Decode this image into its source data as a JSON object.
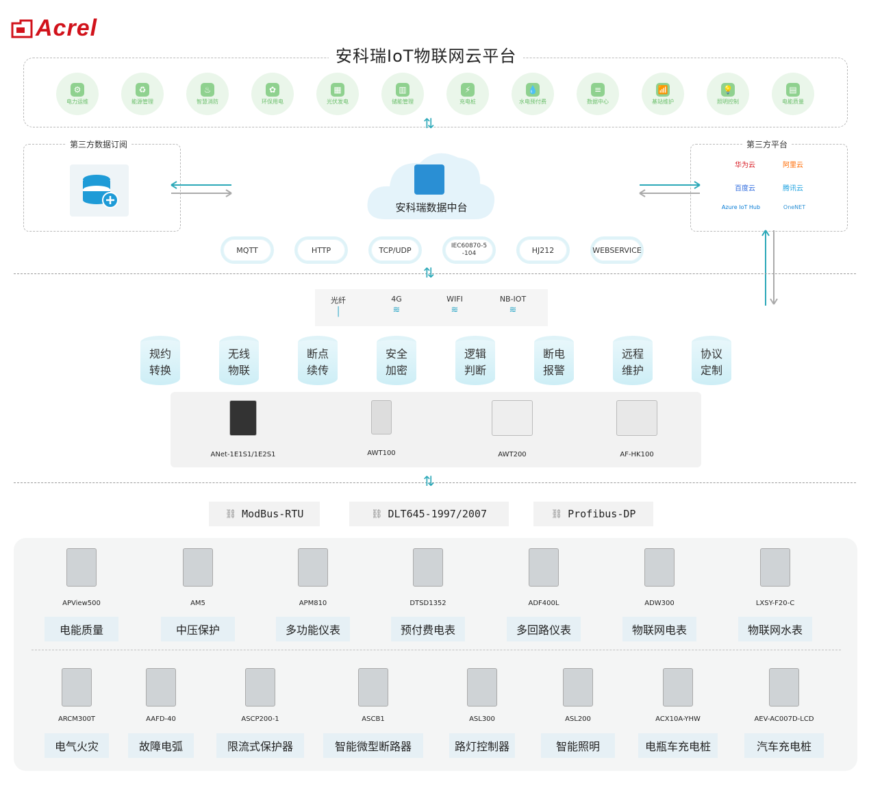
{
  "brand": {
    "name": "Acrel"
  },
  "platform": {
    "title": "安科瑞IoT物联网云平台",
    "modules": [
      "电力运维",
      "能源管理",
      "智慧消防",
      "环保用电",
      "光伏发电",
      "储能管理",
      "充电桩",
      "水电预付费",
      "数据中心",
      "基站维护",
      "照明控制",
      "电能质量"
    ]
  },
  "third_party_subscribe": {
    "title": "第三方数据订阅"
  },
  "data_center": {
    "label": "安科瑞数据中台"
  },
  "third_party_platform": {
    "title": "第三方平台",
    "items": [
      "华为云",
      "阿里云",
      "百度云",
      "腾讯云",
      "Azure IoT Hub",
      "OneNET"
    ]
  },
  "protocols": [
    "MQTT",
    "HTTP",
    "TCP/UDP",
    "IEC60870-5-104",
    "HJ212",
    "WEBSERVICE"
  ],
  "comm": [
    "光纤",
    "4G",
    "WIFI",
    "NB-IOT"
  ],
  "functions": [
    [
      "规约",
      "转换"
    ],
    [
      "无线",
      "物联"
    ],
    [
      "断点",
      "续传"
    ],
    [
      "安全",
      "加密"
    ],
    [
      "逻辑",
      "判断"
    ],
    [
      "断电",
      "报警"
    ],
    [
      "远程",
      "维护"
    ],
    [
      "协议",
      "定制"
    ]
  ],
  "gateways": [
    "ANet-1E1S1/1E2S1",
    "AWT100",
    "AWT200",
    "AF-HK100"
  ],
  "field_protocols": [
    "ModBus-RTU",
    "DLT645-1997/2007",
    "Profibus-DP"
  ],
  "devices_row1": [
    {
      "model": "APView500",
      "label": "电能质量"
    },
    {
      "model": "AM5",
      "label": "中压保护"
    },
    {
      "model": "APM810",
      "label": "多功能仪表"
    },
    {
      "model": "DTSD1352",
      "label": "预付费电表"
    },
    {
      "model": "ADF400L",
      "label": "多回路仪表"
    },
    {
      "model": "ADW300",
      "label": "物联网电表"
    },
    {
      "model": "LXSY-F20-C",
      "label": "物联网水表"
    }
  ],
  "devices_row2": [
    {
      "model": "ARCM300T",
      "label": "电气火灾"
    },
    {
      "model": "AAFD-40",
      "label": "故障电弧"
    },
    {
      "model": "ASCP200-1",
      "label": "限流式保护器"
    },
    {
      "model": "ASCB1",
      "label": "智能微型断路器"
    },
    {
      "model": "ASL300",
      "label": "路灯控制器"
    },
    {
      "model": "ASL200",
      "label": "智能照明"
    },
    {
      "model": "ACX10A-YHW",
      "label": "电瓶车充电桩"
    },
    {
      "model": "AEV-AC007D-LCD",
      "label": "汽车充电桩"
    }
  ],
  "colors": {
    "brand": "#d1121b",
    "accent": "#2ba8b8",
    "module_green": "#8fd18f"
  }
}
